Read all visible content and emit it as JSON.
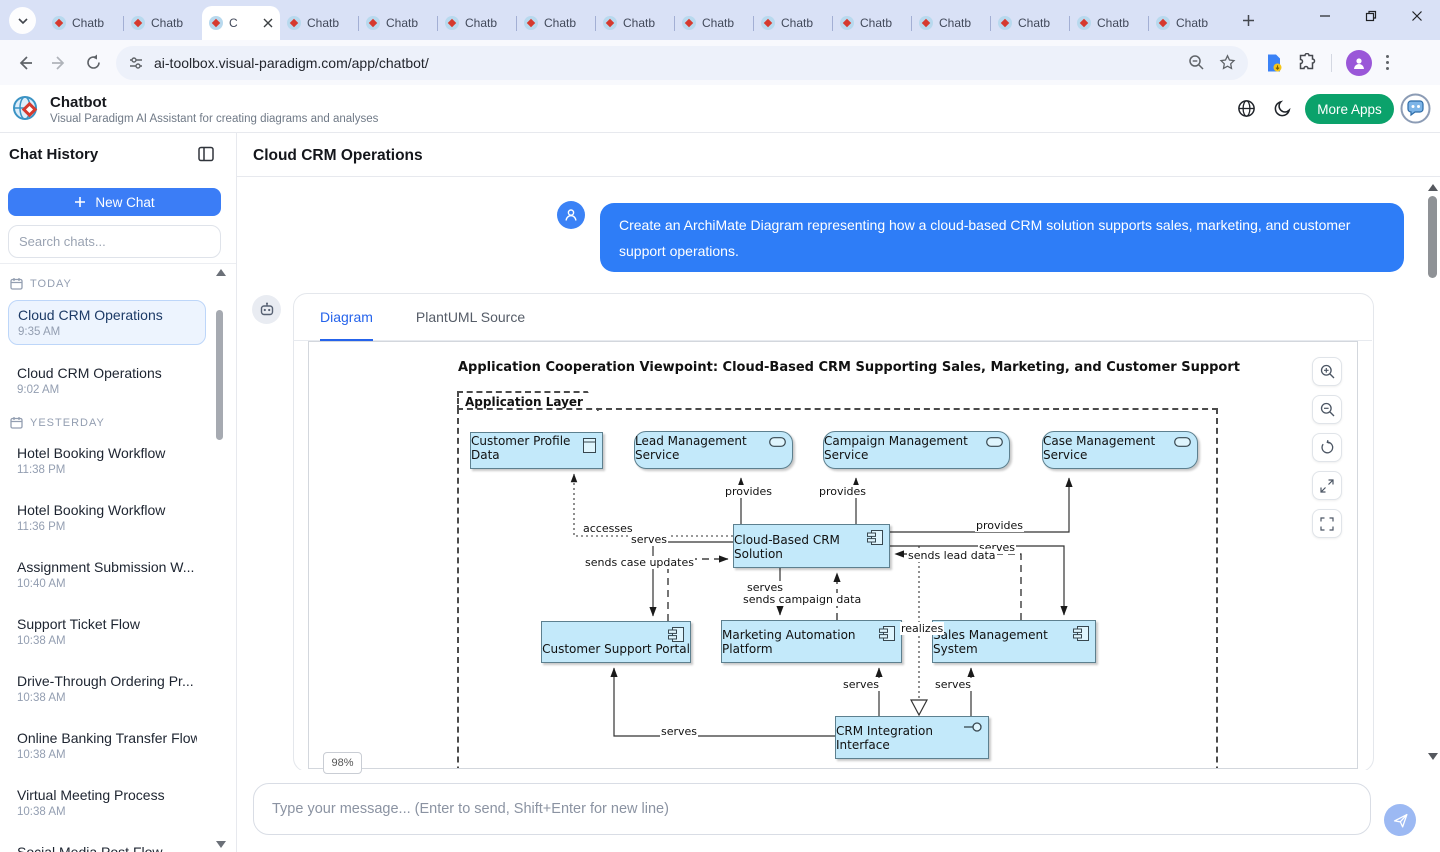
{
  "browser": {
    "tab_label": "Chatb",
    "active_tab_label": "C",
    "url": "ai-toolbox.visual-paradigm.com/app/chatbot/"
  },
  "header": {
    "title": "Chatbot",
    "subtitle": "Visual Paradigm AI Assistant for creating diagrams and analyses",
    "more_apps_label": "More Apps"
  },
  "sidebar": {
    "title": "Chat History",
    "new_chat_label": "New Chat",
    "search_placeholder": "Search chats...",
    "today_label": "TODAY",
    "yesterday_label": "YESTERDAY",
    "today_items": [
      {
        "title": "Cloud CRM Operations",
        "time": "9:35 AM",
        "active": true
      },
      {
        "title": "Cloud CRM Operations",
        "time": "9:02 AM",
        "active": false
      }
    ],
    "yesterday_items": [
      {
        "title": "Hotel Booking Workflow",
        "time": "11:38 PM"
      },
      {
        "title": "Hotel Booking Workflow",
        "time": "11:36 PM"
      },
      {
        "title": "Assignment Submission W...",
        "time": "10:40 AM"
      },
      {
        "title": "Support Ticket Flow",
        "time": "10:38 AM"
      },
      {
        "title": "Drive-Through Ordering Pr...",
        "time": "10:38 AM"
      },
      {
        "title": "Online Banking Transfer Flow",
        "time": "10:38 AM"
      },
      {
        "title": "Virtual Meeting Process",
        "time": "10:38 AM"
      },
      {
        "title": "Social Media Post Flow",
        "time": ""
      }
    ]
  },
  "main": {
    "page_title": "Cloud CRM Operations",
    "user_message": "Create an ArchiMate Diagram representing how a cloud-based CRM solution supports sales, marketing, and customer support operations.",
    "tab_diagram": "Diagram",
    "tab_source": "PlantUML Source",
    "zoom_level": "98%"
  },
  "diagram": {
    "title": "Application Cooperation Viewpoint: Cloud-Based CRM Supporting Sales, Marketing, and Customer Support",
    "group_label": "Application Layer",
    "nodes": [
      {
        "label": "Customer Profile Data",
        "type": "data-object"
      },
      {
        "label": "Lead Management Service",
        "type": "application-service"
      },
      {
        "label": "Campaign Management Service",
        "type": "application-service"
      },
      {
        "label": "Case Management Service",
        "type": "application-service"
      },
      {
        "label": "Cloud-Based CRM Solution",
        "type": "application-component"
      },
      {
        "label": "Customer Support Portal",
        "type": "application-component"
      },
      {
        "label": "Marketing Automation Platform",
        "type": "application-component"
      },
      {
        "label": "Sales Management System",
        "type": "application-component"
      },
      {
        "label": "CRM Integration Interface",
        "type": "application-interface"
      }
    ],
    "edges": [
      {
        "from": "Cloud-Based CRM Solution",
        "to": "Lead Management Service",
        "label": "provides",
        "style": "solid"
      },
      {
        "from": "Cloud-Based CRM Solution",
        "to": "Campaign Management Service",
        "label": "provides",
        "style": "solid"
      },
      {
        "from": "Cloud-Based CRM Solution",
        "to": "Case Management Service",
        "label": "provides",
        "style": "solid"
      },
      {
        "from": "Cloud-Based CRM Solution",
        "to": "Customer Profile Data",
        "label": "accesses",
        "style": "dotted"
      },
      {
        "from": "Cloud-Based CRM Solution",
        "to": "Customer Support Portal",
        "label": "serves",
        "style": "solid"
      },
      {
        "from": "Customer Support Portal",
        "to": "Cloud-Based CRM Solution",
        "label": "sends case updates",
        "style": "dashed"
      },
      {
        "from": "Cloud-Based CRM Solution",
        "to": "Marketing Automation Platform",
        "label": "serves",
        "style": "solid"
      },
      {
        "from": "Marketing Automation Platform",
        "to": "Cloud-Based CRM Solution",
        "label": "sends campaign data",
        "style": "dashed"
      },
      {
        "from": "Cloud-Based CRM Solution",
        "to": "Sales Management System",
        "label": "serves",
        "style": "solid"
      },
      {
        "from": "Sales Management System",
        "to": "Cloud-Based CRM Solution",
        "label": "sends lead data",
        "style": "dashed"
      },
      {
        "from": "CRM Integration Interface",
        "to": "Cloud-Based CRM Solution",
        "label": "realizes",
        "style": "dotted-realization"
      },
      {
        "from": "CRM Integration Interface",
        "to": "Customer Support Portal",
        "label": "serves",
        "style": "solid"
      },
      {
        "from": "CRM Integration Interface",
        "to": "Marketing Automation Platform",
        "label": "serves",
        "style": "solid"
      },
      {
        "from": "CRM Integration Interface",
        "to": "Sales Management System",
        "label": "serves",
        "style": "solid"
      }
    ]
  },
  "composer": {
    "placeholder": "Type your message... (Enter to send, Shift+Enter for new line)"
  },
  "colors": {
    "accent_blue": "#3b82f6",
    "bubble_blue": "#2e7df7",
    "more_apps_green": "#0ba26b",
    "node_fill": "#c3e9fa",
    "node_border": "#5d808f"
  }
}
